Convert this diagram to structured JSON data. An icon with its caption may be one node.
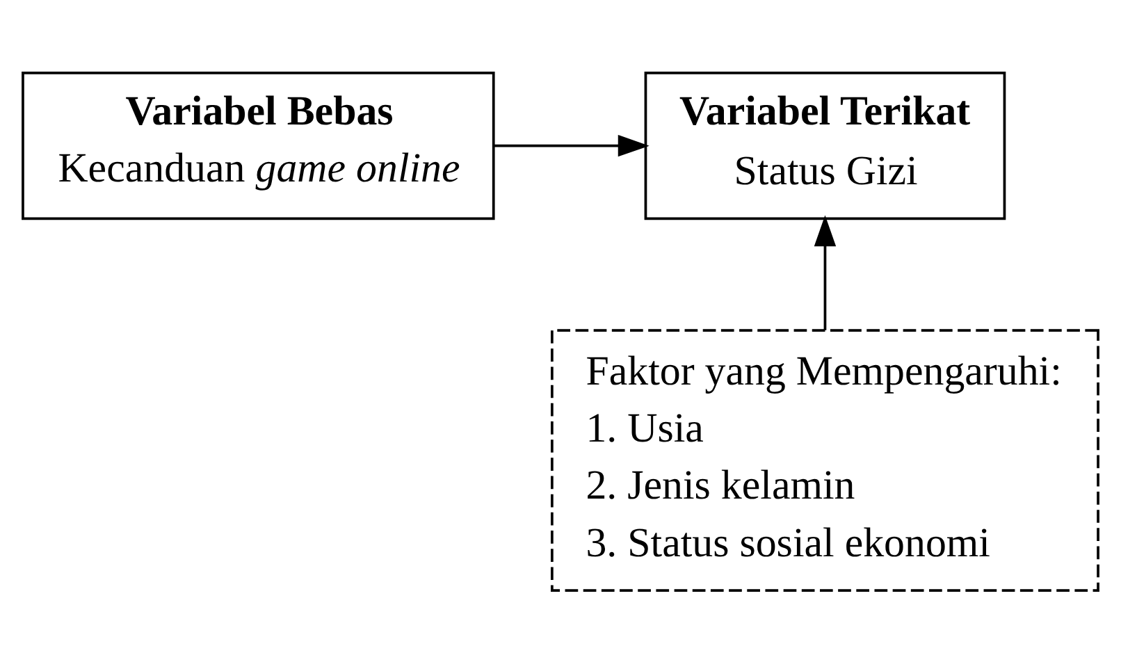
{
  "diagram": {
    "nodes": [
      {
        "text": [
          "Variabel Bebas",
          "Kecanduan *game online*"
        ]
      },
      {
        "text": [
          "Variabel Terikat",
          "Status Gizi"
        ]
      },
      {
        "text": [
          "Faktor yang Mempengaruhi:",
          "1. Usia",
          "2. Jenis kelamin",
          "3. Status sosial ekonomi"
        ]
      }
    ],
    "edges": [
      {
        "from": 0,
        "to": 1,
        "arrow": "to"
      },
      {
        "from": 2,
        "to": 1,
        "arrow": "to"
      }
    ]
  }
}
